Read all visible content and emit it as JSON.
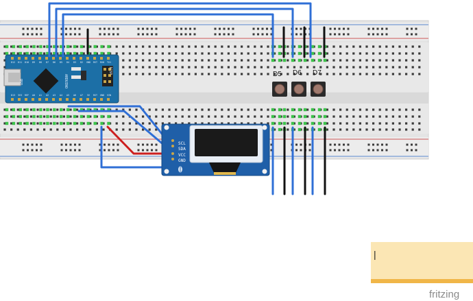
{
  "buttons": [
    {
      "label": "D5"
    },
    {
      "label": "D6"
    },
    {
      "label": "D7"
    }
  ],
  "oled": {
    "pins": [
      "SCL",
      "SDA",
      "VCC",
      "GND"
    ]
  },
  "arduino": {
    "top_pins": [
      "D12",
      "D11",
      "D10",
      "D9",
      "D8",
      "D7",
      "D6",
      "D5",
      "D4",
      "D3",
      "D2",
      "GND",
      "RST",
      "RX0",
      "TX1"
    ],
    "bottom_pins": [
      "D13",
      "3V3",
      "REF",
      "A0",
      "A1",
      "A2",
      "A3",
      "A4",
      "A5",
      "A6",
      "A7",
      "5V",
      "RST",
      "GND",
      "VIN"
    ],
    "board_text": "ARDUINO",
    "icsp_text": "ICSP",
    "usb_text": "USB"
  },
  "note": {
    "text": "|"
  },
  "brand": {
    "text": "fritzing"
  },
  "colors": {
    "wire_blue": "#2f6fd6",
    "wire_red": "#cc1f1f",
    "wire_black": "#111111",
    "board_blue": "#1c6fa6",
    "oled_blue": "#1f5fa8",
    "breadboard": "#e6e6e6",
    "rail_red": "#d88a8a",
    "rail_blue": "#8aa8d8",
    "note_bg": "#fbe6b4",
    "note_strip": "#f0b648"
  }
}
